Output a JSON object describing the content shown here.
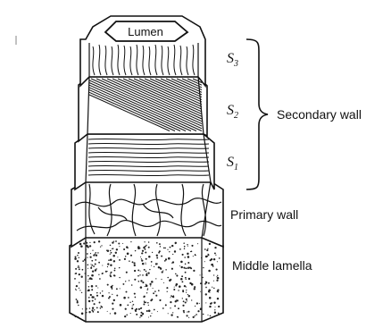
{
  "diagram": {
    "lumen_label": "Lumen",
    "layers": [
      {
        "id": "s3",
        "label": "S",
        "subscript": "3"
      },
      {
        "id": "s2",
        "label": "S",
        "subscript": "2"
      },
      {
        "id": "s1",
        "label": "S",
        "subscript": "1"
      }
    ],
    "secondary_wall_label": "Secondary wall",
    "primary_wall_label": "Primary wall",
    "middle_lamella_label": "Middle lamella"
  }
}
